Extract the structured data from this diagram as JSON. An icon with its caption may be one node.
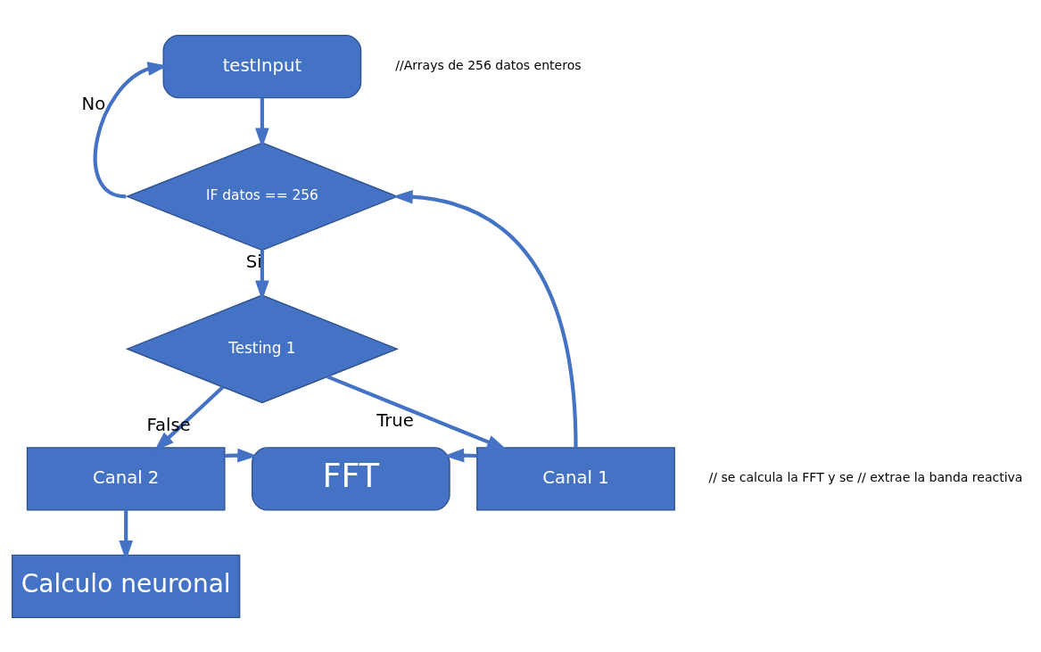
{
  "diagram": {
    "nodes": [
      {
        "text": [
          "testInput"
        ],
        "beside": [
          "//Arrays de 256 datos enteros"
        ]
      },
      {
        "text": [
          "IF datos == 256"
        ]
      },
      {
        "text": [
          "Testing 1"
        ]
      },
      {
        "text": [
          "Canal 2"
        ]
      },
      {
        "text": [
          "FFT"
        ]
      },
      {
        "text": [
          "Canal 1"
        ],
        "beside": [
          "// se calcula la FFT y se // extrae la banda reactiva"
        ]
      },
      {
        "text": [
          "Calculo neuronal"
        ]
      }
    ],
    "edges": [
      {
        "from": 0,
        "to": 1,
        "arrow": "to"
      },
      {
        "from": 1,
        "to": 0,
        "arrow": "to",
        "label": "No"
      },
      {
        "from": 1,
        "to": 2,
        "arrow": "to",
        "label": "Si"
      },
      {
        "from": 2,
        "to": 3,
        "arrow": "to",
        "label": "False"
      },
      {
        "from": 2,
        "to": 5,
        "arrow": "to",
        "label": "True"
      },
      {
        "from": 3,
        "to": 4,
        "arrow": "to"
      },
      {
        "from": 5,
        "to": 4,
        "arrow": "to"
      },
      {
        "from": 5,
        "to": 1,
        "arrow": "to"
      },
      {
        "from": 3,
        "to": 6,
        "arrow": "to"
      }
    ]
  }
}
